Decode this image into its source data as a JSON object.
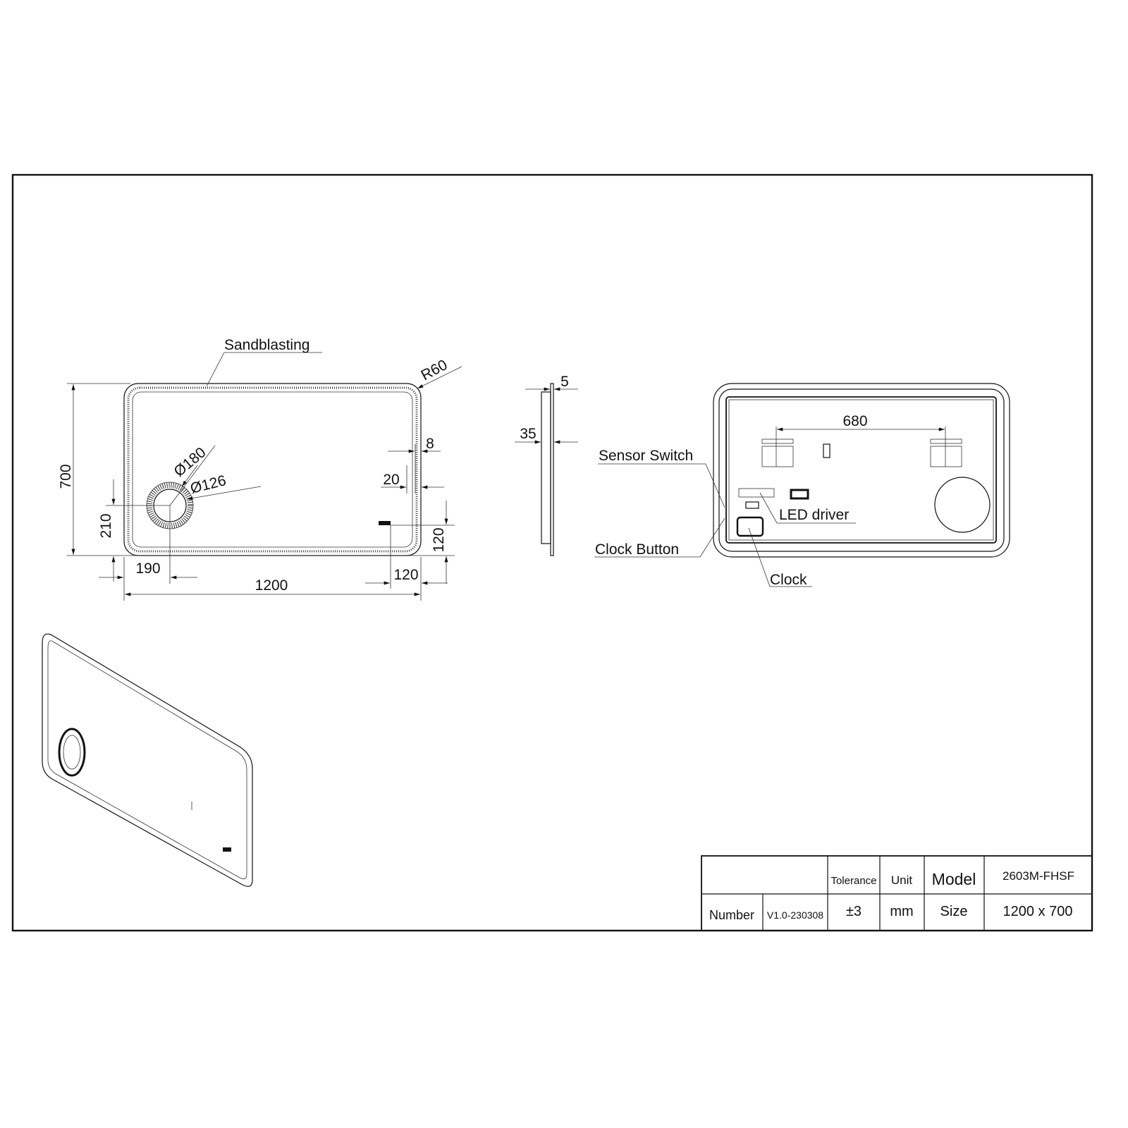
{
  "front_view": {
    "labels": {
      "sandblasting": "Sandblasting",
      "radius": "R60",
      "diam_outer": "Ø180",
      "diam_inner": "Ø126"
    },
    "dimensions": {
      "height": "700",
      "width": "1200",
      "circle_height": "210",
      "circle_x": "190",
      "border_width": "8",
      "border_offset": "20",
      "button_height": "120",
      "button_x": "120"
    }
  },
  "side_view": {
    "dimensions": {
      "glass": "5",
      "depth": "35"
    }
  },
  "back_view": {
    "labels": {
      "sensor_switch": "Sensor Switch",
      "clock_button": "Clock Button",
      "led_driver": "LED driver",
      "clock": "Clock"
    },
    "dimensions": {
      "bracket_spacing": "680"
    }
  },
  "title_block": {
    "tolerance_label": "Tolerance",
    "unit_label": "Unit",
    "model_label": "Model",
    "model_value": "2603M-FHSF",
    "number_label": "Number",
    "number_value": "V1.0-230308",
    "tolerance_value": "±3",
    "unit_value": "mm",
    "size_label": "Size",
    "size_value": "1200 x 700"
  }
}
